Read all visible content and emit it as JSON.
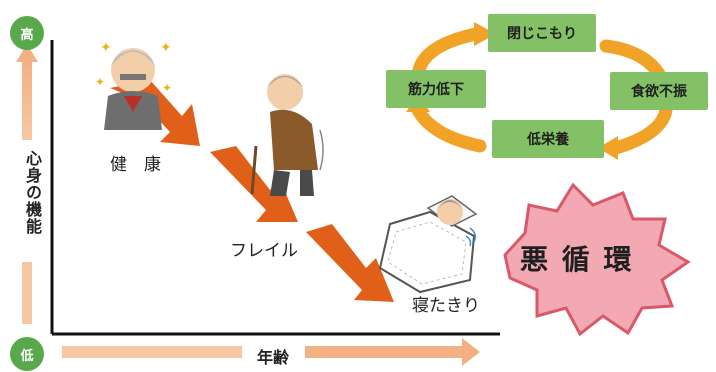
{
  "axis": {
    "high": "高",
    "low": "低",
    "y_label": "心身の機能",
    "x_label": "年齢"
  },
  "stages": {
    "healthy": "健　康",
    "frail": "フレイル",
    "bedridden": "寝たきり"
  },
  "cycle": {
    "top": "閉じこもり",
    "left": "筋力低下",
    "right": "食欲不振",
    "bottom": "低栄養"
  },
  "vicious_cycle": "悪 循 環",
  "colors": {
    "green": "#5aa84c",
    "box_green": "#84c066",
    "orange_dark": "#e0601a",
    "orange_light": "#f5a35c",
    "cycle_orange": "#f1a328",
    "burst_pink": "#f2a9b3"
  }
}
